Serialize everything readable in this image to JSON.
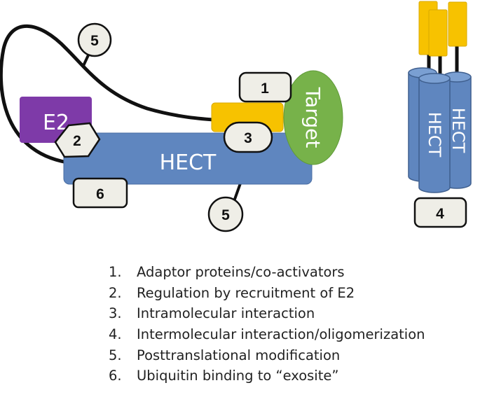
{
  "colors": {
    "hect": "#5f86bf",
    "hect_stroke": "#4a6ea3",
    "e2": "#7e3aa8",
    "adaptor": "#f7c200",
    "target": "#77b24a",
    "badge_fill": "#efeee7",
    "linker": "#111111"
  },
  "labels": {
    "e2": "E2",
    "hect": "HECT",
    "target": "Target"
  },
  "badges": {
    "b1": "1",
    "b2": "2",
    "b3": "3",
    "b4": "4",
    "b5_top": "5",
    "b5_bottom": "5",
    "b6": "6"
  },
  "legend": [
    {
      "num": "1.",
      "text": "Adaptor proteins/co-activators"
    },
    {
      "num": "2.",
      "text": "Regulation by recruitment of E2"
    },
    {
      "num": "3.",
      "text": "Intramolecular interaction"
    },
    {
      "num": "4.",
      "text": "Intermolecular interaction/oligomerization"
    },
    {
      "num": "5.",
      "text": "Posttranslational modification"
    },
    {
      "num": "6.",
      "text": "Ubiquitin binding to “exosite”"
    }
  ]
}
